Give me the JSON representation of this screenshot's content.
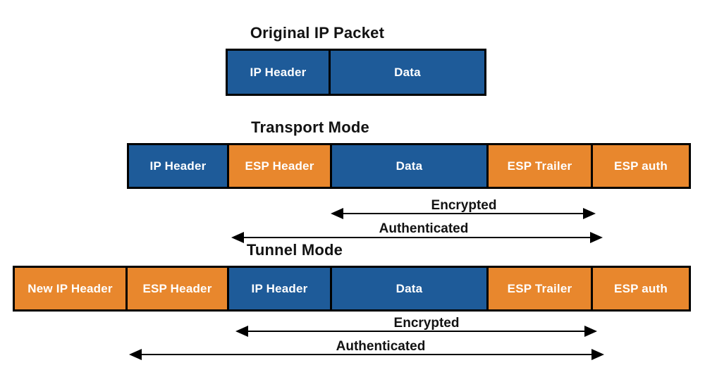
{
  "colors": {
    "blue": "#1E5B99",
    "orange": "#E8872D",
    "arrow": "#000000",
    "background": "#FFFFFF"
  },
  "sections": {
    "original": {
      "title": "Original IP Packet",
      "segments": [
        {
          "label": "IP Header",
          "color": "blue"
        },
        {
          "label": "Data",
          "color": "blue"
        }
      ]
    },
    "transport": {
      "title": "Transport Mode",
      "segments": [
        {
          "label": "IP Header",
          "color": "blue"
        },
        {
          "label": "ESP Header",
          "color": "orange"
        },
        {
          "label": "Data",
          "color": "blue"
        },
        {
          "label": "ESP Trailer",
          "color": "orange"
        },
        {
          "label": "ESP auth",
          "color": "orange"
        }
      ],
      "arrows": [
        {
          "label": "Encrypted"
        },
        {
          "label": "Authenticated"
        }
      ]
    },
    "tunnel": {
      "title": "Tunnel Mode",
      "segments": [
        {
          "label": "New IP Header",
          "color": "orange"
        },
        {
          "label": "ESP Header",
          "color": "orange"
        },
        {
          "label": "IP Header",
          "color": "blue"
        },
        {
          "label": "Data",
          "color": "blue"
        },
        {
          "label": "ESP Trailer",
          "color": "orange"
        },
        {
          "label": "ESP auth",
          "color": "orange"
        }
      ],
      "arrows": [
        {
          "label": "Encrypted"
        },
        {
          "label": "Authenticated"
        }
      ]
    }
  }
}
